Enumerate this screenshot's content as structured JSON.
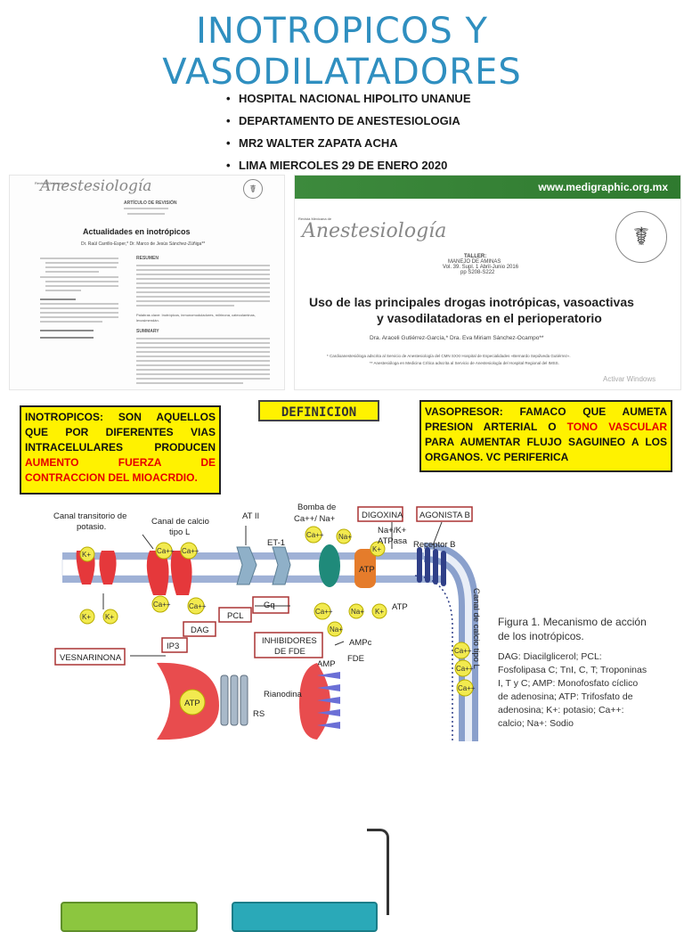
{
  "title": {
    "line1": "INOTROPICOS Y",
    "line2": "VASODILATADORES"
  },
  "bullets": [
    "HOSPITAL NACIONAL HIPOLITO UNANUE",
    "DEPARTAMENTO DE ANESTESIOLOGIA",
    "MR2 WALTER ZAPATA ACHA",
    "LIMA MIERCOLES 29 DE ENERO 2020"
  ],
  "doc1": {
    "journal_small": "Revista Mexicana de",
    "journal": "Anestesiología",
    "article_type": "ARTÍCULO DE REVISIÓN",
    "title": "Actualidades en inotrópicos",
    "authors": "Dr. Raúl Carrillo-Esper,* Dr. Marco de Jesús Sánchez-Zúñiga**",
    "resumen": "RESUMEN",
    "summary": "SUMMARY",
    "keywords": "Palabras clave: Inotrópicos, inmunomoduladores, milrinona, catecolaminas, levosimendán."
  },
  "doc2": {
    "site": "www.medigraphic.org.mx",
    "journal_small": "Revista Mexicana de",
    "journal": "Anestesiología",
    "taller": "TALLER:",
    "manejo": "MANEJO DE AMINAS",
    "vol": "Vol. 39. Supl. 1 Abril-Junio 2016",
    "pp": "pp S208-S222",
    "title_l1": "Uso de las principales drogas inotrópicas, vasoactivas",
    "title_l2": "y vasodilatadoras en el perioperatorio",
    "authors": "Dra. Araceli Gutiérrez-García,* Dra. Eva Miriam Sánchez-Ocampo**",
    "aff1": "* Cardioanestesióloga adscrita al Servicio de Anestesiología del CMN SXXI Hospital de Especialidades «Bernardo Sepúlveda Gutiérrez».",
    "aff2": "** Anestesióloga en Medicina Crítica adscrita al Servicio de Anestesiología del Hospital Regional del IMSS.",
    "watermark": "Activar Windows"
  },
  "definition_label": "DEFINICION",
  "inotropicos_box": {
    "black": "INOTROPICOS: SON AQUELLOS QUE POR DIFERENTES VIAS INTRACELULARES PRODUCEN",
    "red": "AUMENTO FUERZA DE CONTRACCION DEL MIOACRDIO."
  },
  "vasopresor_box": {
    "part1": "VASOPRESOR: FAMACO QUE AUMETA PRESION ARTERIAL O",
    "red": "TONO VASCULAR",
    "part2": "PARA AUMENTAR FLUJO SAGUINEO  A LOS ORGANOS. VC PERIFERICA"
  },
  "figure": {
    "labels": {
      "canal_k": "Canal transitorio de potasio.",
      "canal_ca": "Canal de calcio tipo L",
      "at2": "AT II",
      "et1": "ET-1",
      "bomba": "Bomba de Ca++/ Na+",
      "digoxina": "DIGOXINA",
      "agonista": "AGONISTA B",
      "atpasa": "Na+/K+ ATPasa",
      "receptor": "Receptor B",
      "canal_calcio_l": "Canal de calcio tipo L",
      "atp": "ATP",
      "pcl": "PCL",
      "gq": "Gq",
      "dag": "DAG",
      "ip3": "IP3",
      "vesnarinona": "VESNARINONA",
      "inhibidores": "INHIBIDORES DE FDE",
      "ampc": "AMPc",
      "fde": "FDE",
      "amp": "AMP",
      "rianodina": "Rianodina",
      "rs": "RS",
      "k": "K+",
      "ca": "Ca++",
      "na": "Na+"
    },
    "caption_title": "Figura 1. Mecanismo de acción de los inotrópicos.",
    "caption_body": "DAG: Diacilglicerol; PCL: Fosfolipasa C; TnI, C, T; Troponinas I, T y C; AMP: Monofosfato cíclico de adenosina; ATP: Trifosfato de adenosina; K+: potasio; Ca++: calcio; Na+: Sodio"
  }
}
